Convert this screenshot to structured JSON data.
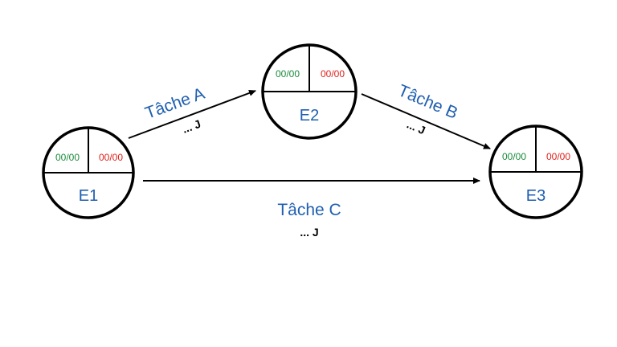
{
  "nodes": [
    {
      "id": "E1",
      "label": "E1",
      "early": "00/00",
      "late": "00/00"
    },
    {
      "id": "E2",
      "label": "E2",
      "early": "00/00",
      "late": "00/00"
    },
    {
      "id": "E3",
      "label": "E3",
      "early": "00/00",
      "late": "00/00"
    }
  ],
  "tasks": [
    {
      "id": "A",
      "label": "Tâche A",
      "duration": "... J",
      "from": "E1",
      "to": "E2"
    },
    {
      "id": "B",
      "label": "Tâche B",
      "duration": "... J",
      "from": "E2",
      "to": "E3"
    },
    {
      "id": "C",
      "label": "Tâche C",
      "duration": "... J",
      "from": "E1",
      "to": "E3"
    }
  ],
  "colors": {
    "early": "#1a8a3a",
    "late": "#e0201b",
    "label": "#1f5fb0"
  }
}
